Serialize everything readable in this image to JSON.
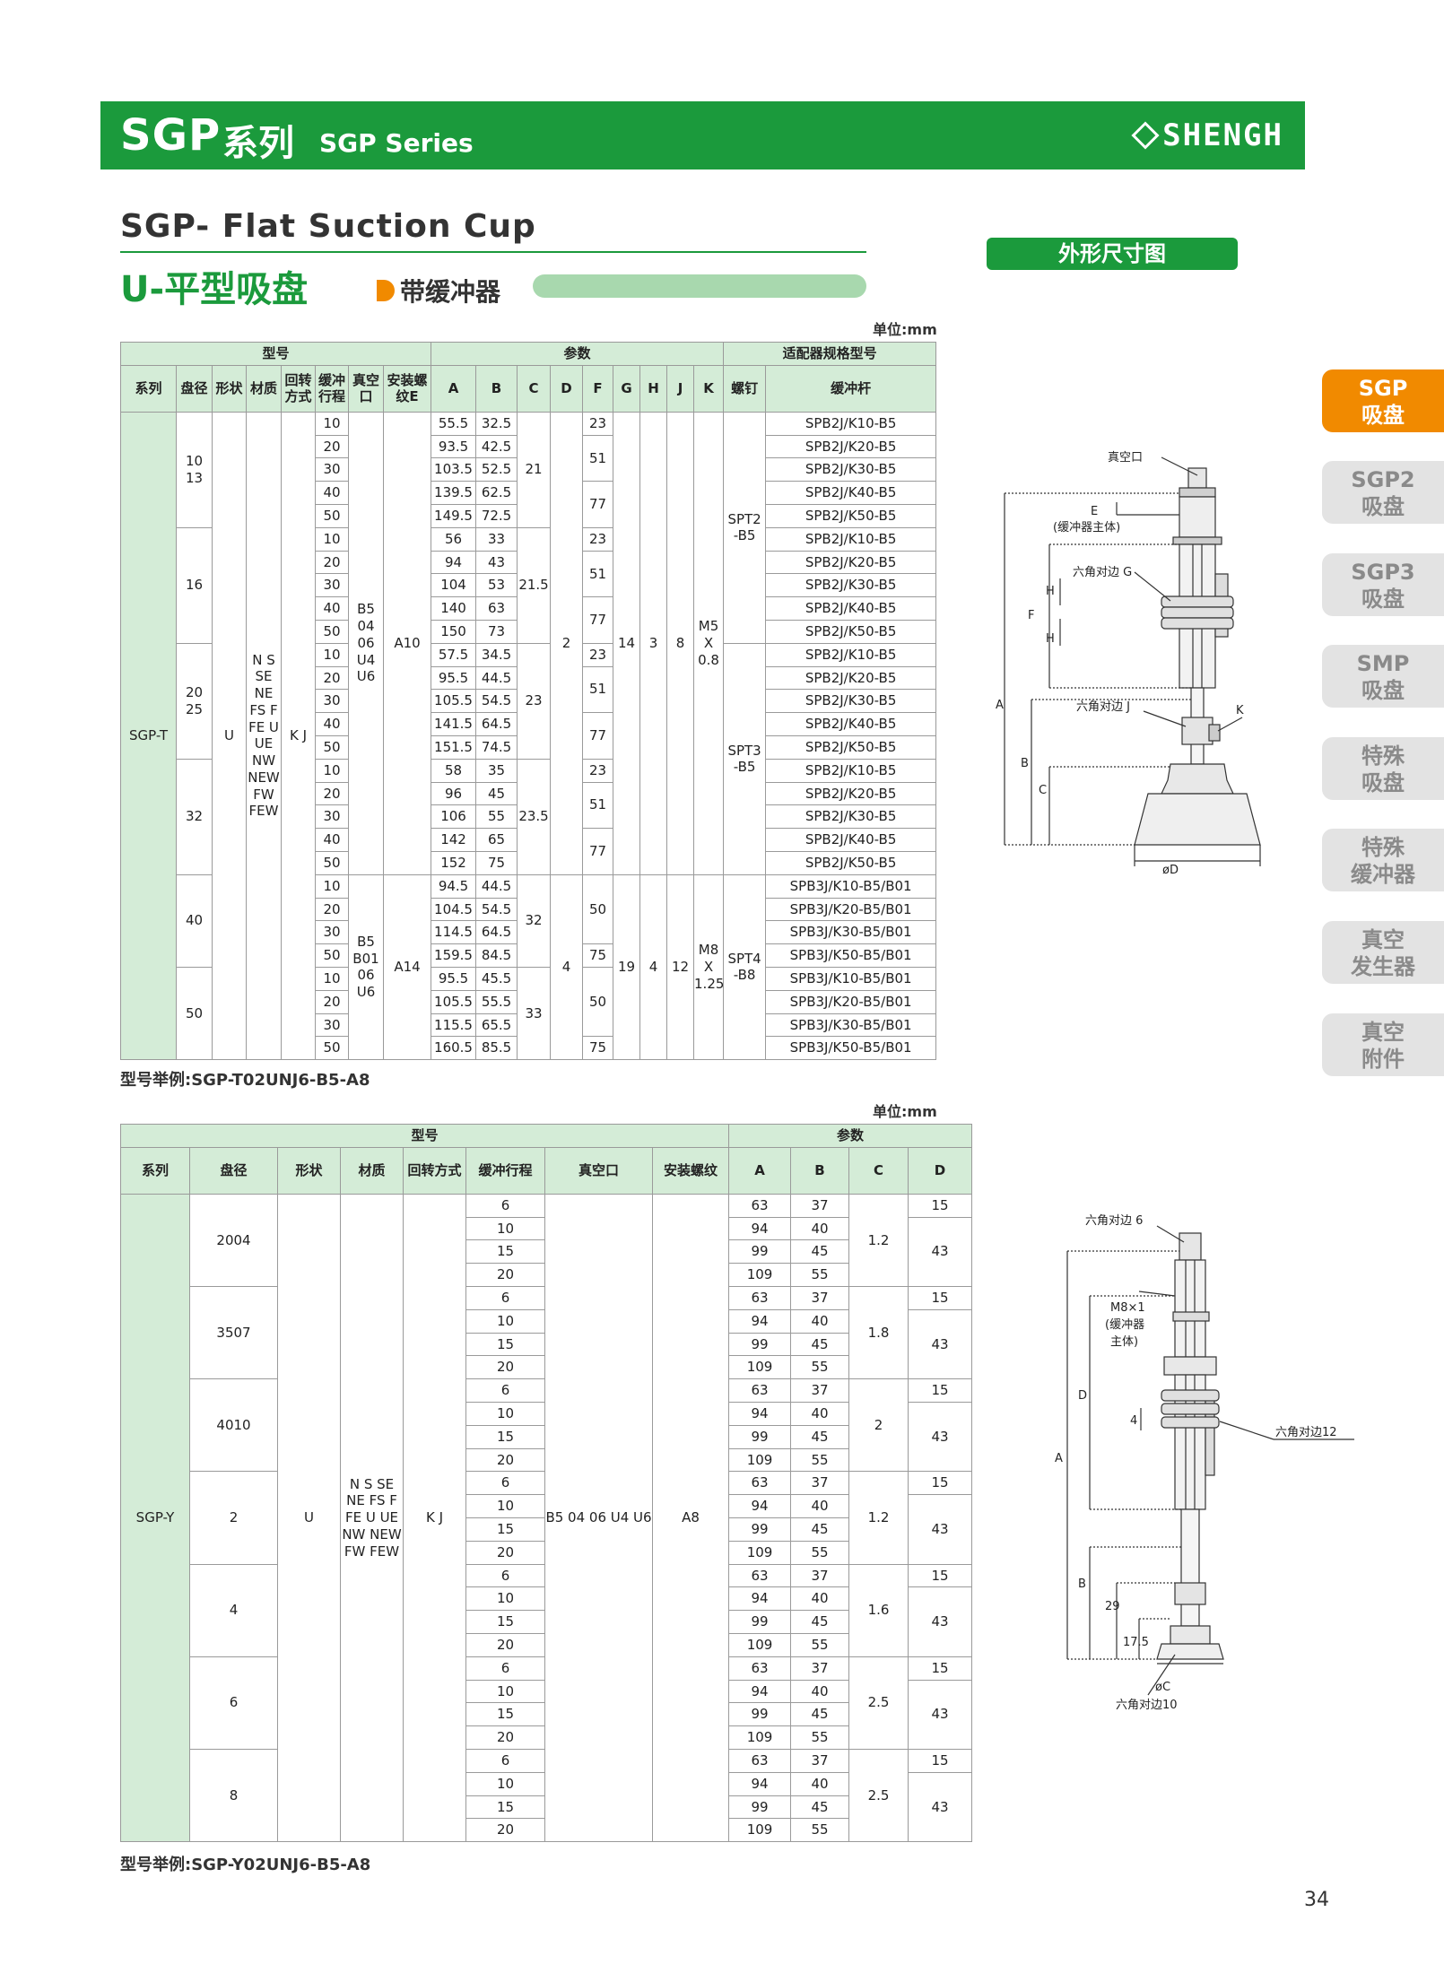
{
  "header": {
    "series_cn": "SGP",
    "series_word": "系列",
    "series_en": "SGP Series",
    "logo": "SHENGH"
  },
  "subtitle_en": "SGP- Flat Suction Cup",
  "subtitle_cn": "U-平型吸盘",
  "buffer_tag": "带缓冲器",
  "outline_tag": "外形尺寸图",
  "tabs": [
    {
      "l1": "SGP",
      "l2": "吸盘"
    },
    {
      "l1": "SGP2",
      "l2": "吸盘"
    },
    {
      "l1": "SGP3",
      "l2": "吸盘"
    },
    {
      "l1": "SMP",
      "l2": "吸盘"
    },
    {
      "l1": "特殊",
      "l2": "吸盘"
    },
    {
      "l1": "特殊",
      "l2": "缓冲器"
    },
    {
      "l1": "真空",
      "l2": "发生器"
    },
    {
      "l1": "真空",
      "l2": "附件"
    }
  ],
  "unit": "单位:mm",
  "table1": {
    "group_model": "型号",
    "group_params": "参数",
    "group_adapter": "适配器规格型号",
    "h_series": "系列",
    "h_dia": "盘径",
    "h_shape": "形状",
    "h_mat": "材质",
    "h_rot": "回转方式",
    "h_stroke": "缓冲行程",
    "h_vac": "真空口",
    "h_thread": "安装螺纹E",
    "h_A": "A",
    "h_B": "B",
    "h_C": "C",
    "h_D": "D",
    "h_F": "F",
    "h_G": "G",
    "h_H": "H",
    "h_J": "J",
    "h_K": "K",
    "h_screw": "螺钉",
    "h_rod": "缓冲杆",
    "series": "SGP-T",
    "shape": "U",
    "materials": "N S SE NE FS F FE U UE NW NEW FW FEW",
    "rot": "K J",
    "vac_a": "B5 04 06 U4 U6",
    "vac_b": "B5 B01 06 U6",
    "thr_a": "A10",
    "thr_b": "A14",
    "D_a": "2",
    "D_b": "4",
    "G_a": "14",
    "G_b": "19",
    "H_a": "3",
    "H_b": "4",
    "J_a": "8",
    "J_b": "12",
    "K_a": "M5 X 0.8",
    "K_b": "M8 X 1.25",
    "screw_a": "SPT2 -B5",
    "screw_b": "SPT3 -B5",
    "screw_c": "SPT4 -B8",
    "dias": [
      "10 13",
      "16",
      "20 25",
      "32",
      "40",
      "50"
    ],
    "C_vals": [
      "21",
      "21.5",
      "23",
      "23.5",
      "32",
      "33"
    ],
    "F_vals": [
      "23",
      "51",
      "77",
      "23",
      "51",
      "77",
      "23",
      "51",
      "77",
      "23",
      "51",
      "77",
      "50",
      "75",
      "50",
      "75"
    ],
    "rows": [
      {
        "s": "10",
        "A": "55.5",
        "B": "32.5",
        "rod": "SPB2J/K10-B5"
      },
      {
        "s": "20",
        "A": "93.5",
        "B": "42.5",
        "rod": "SPB2J/K20-B5"
      },
      {
        "s": "30",
        "A": "103.5",
        "B": "52.5",
        "rod": "SPB2J/K30-B5"
      },
      {
        "s": "40",
        "A": "139.5",
        "B": "62.5",
        "rod": "SPB2J/K40-B5"
      },
      {
        "s": "50",
        "A": "149.5",
        "B": "72.5",
        "rod": "SPB2J/K50-B5"
      },
      {
        "s": "10",
        "A": "56",
        "B": "33",
        "rod": "SPB2J/K10-B5"
      },
      {
        "s": "20",
        "A": "94",
        "B": "43",
        "rod": "SPB2J/K20-B5"
      },
      {
        "s": "30",
        "A": "104",
        "B": "53",
        "rod": "SPB2J/K30-B5"
      },
      {
        "s": "40",
        "A": "140",
        "B": "63",
        "rod": "SPB2J/K40-B5"
      },
      {
        "s": "50",
        "A": "150",
        "B": "73",
        "rod": "SPB2J/K50-B5"
      },
      {
        "s": "10",
        "A": "57.5",
        "B": "34.5",
        "rod": "SPB2J/K10-B5"
      },
      {
        "s": "20",
        "A": "95.5",
        "B": "44.5",
        "rod": "SPB2J/K20-B5"
      },
      {
        "s": "30",
        "A": "105.5",
        "B": "54.5",
        "rod": "SPB2J/K30-B5"
      },
      {
        "s": "40",
        "A": "141.5",
        "B": "64.5",
        "rod": "SPB2J/K40-B5"
      },
      {
        "s": "50",
        "A": "151.5",
        "B": "74.5",
        "rod": "SPB2J/K50-B5"
      },
      {
        "s": "10",
        "A": "58",
        "B": "35",
        "rod": "SPB2J/K10-B5"
      },
      {
        "s": "20",
        "A": "96",
        "B": "45",
        "rod": "SPB2J/K20-B5"
      },
      {
        "s": "30",
        "A": "106",
        "B": "55",
        "rod": "SPB2J/K30-B5"
      },
      {
        "s": "40",
        "A": "142",
        "B": "65",
        "rod": "SPB2J/K40-B5"
      },
      {
        "s": "50",
        "A": "152",
        "B": "75",
        "rod": "SPB2J/K50-B5"
      },
      {
        "s": "10",
        "A": "94.5",
        "B": "44.5",
        "rod": "SPB3J/K10-B5/B01"
      },
      {
        "s": "20",
        "A": "104.5",
        "B": "54.5",
        "rod": "SPB3J/K20-B5/B01"
      },
      {
        "s": "30",
        "A": "114.5",
        "B": "64.5",
        "rod": "SPB3J/K30-B5/B01"
      },
      {
        "s": "50",
        "A": "159.5",
        "B": "84.5",
        "rod": "SPB3J/K50-B5/B01"
      },
      {
        "s": "10",
        "A": "95.5",
        "B": "45.5",
        "rod": "SPB3J/K10-B5/B01"
      },
      {
        "s": "20",
        "A": "105.5",
        "B": "55.5",
        "rod": "SPB3J/K20-B5/B01"
      },
      {
        "s": "30",
        "A": "115.5",
        "B": "65.5",
        "rod": "SPB3J/K30-B5/B01"
      },
      {
        "s": "50",
        "A": "160.5",
        "B": "85.5",
        "rod": "SPB3J/K50-B5/B01"
      }
    ],
    "example": "型号举例:SGP-T02UNJ6-B5-A8"
  },
  "table2": {
    "group_model": "型号",
    "group_params": "参数",
    "h_series": "系列",
    "h_dia": "盘径",
    "h_shape": "形状",
    "h_mat": "材质",
    "h_rot": "回转方式",
    "h_stroke": "缓冲行程",
    "h_vac": "真空口",
    "h_thread": "安装螺纹",
    "h_A": "A",
    "h_B": "B",
    "h_C": "C",
    "h_D": "D",
    "series": "SGP-Y",
    "shape": "U",
    "materials": "N S SE NE FS F FE U UE NW NEW FW FEW",
    "rot": "K J",
    "vac": "B5 04 06 U4 U6",
    "thread": "A8",
    "groups": [
      {
        "dia": "2004",
        "C": "1.2"
      },
      {
        "dia": "3507",
        "C": "1.8"
      },
      {
        "dia": "4010",
        "C": "2"
      },
      {
        "dia": "2",
        "C": "1.2"
      },
      {
        "dia": "4",
        "C": "1.6"
      },
      {
        "dia": "6",
        "C": "2.5"
      },
      {
        "dia": "8",
        "C": "2.5"
      }
    ],
    "strokes": [
      "6",
      "10",
      "15",
      "20"
    ],
    "A_vals": [
      "63",
      "94",
      "99",
      "109"
    ],
    "B_vals": [
      "37",
      "40",
      "45",
      "55"
    ],
    "D_vals": [
      "15",
      "43"
    ],
    "example": "型号举例:SGP-Y02UNJ6-B5-A8"
  },
  "diagram1": {
    "vac_port": "真空口",
    "E": "E",
    "buffer_body": "(缓冲器主体)",
    "hex_G": "六角对边 G",
    "hex_J": "六角对边 J",
    "K": "K",
    "H": "H",
    "F": "F",
    "A": "A",
    "B": "B",
    "C": "C",
    "phiD": "øD"
  },
  "diagram2": {
    "hex6": "六角对边 6",
    "m8": "M8×1",
    "buffer_body_a": "(缓冲器",
    "buffer_body_b": "主体)",
    "hex12": "六角对边12",
    "hex10": "六角对边10",
    "D": "D",
    "A": "A",
    "B": "B",
    "four": "4",
    "n29": "29",
    "n175": "17.5",
    "phiC": "øC"
  },
  "page_number": "34"
}
